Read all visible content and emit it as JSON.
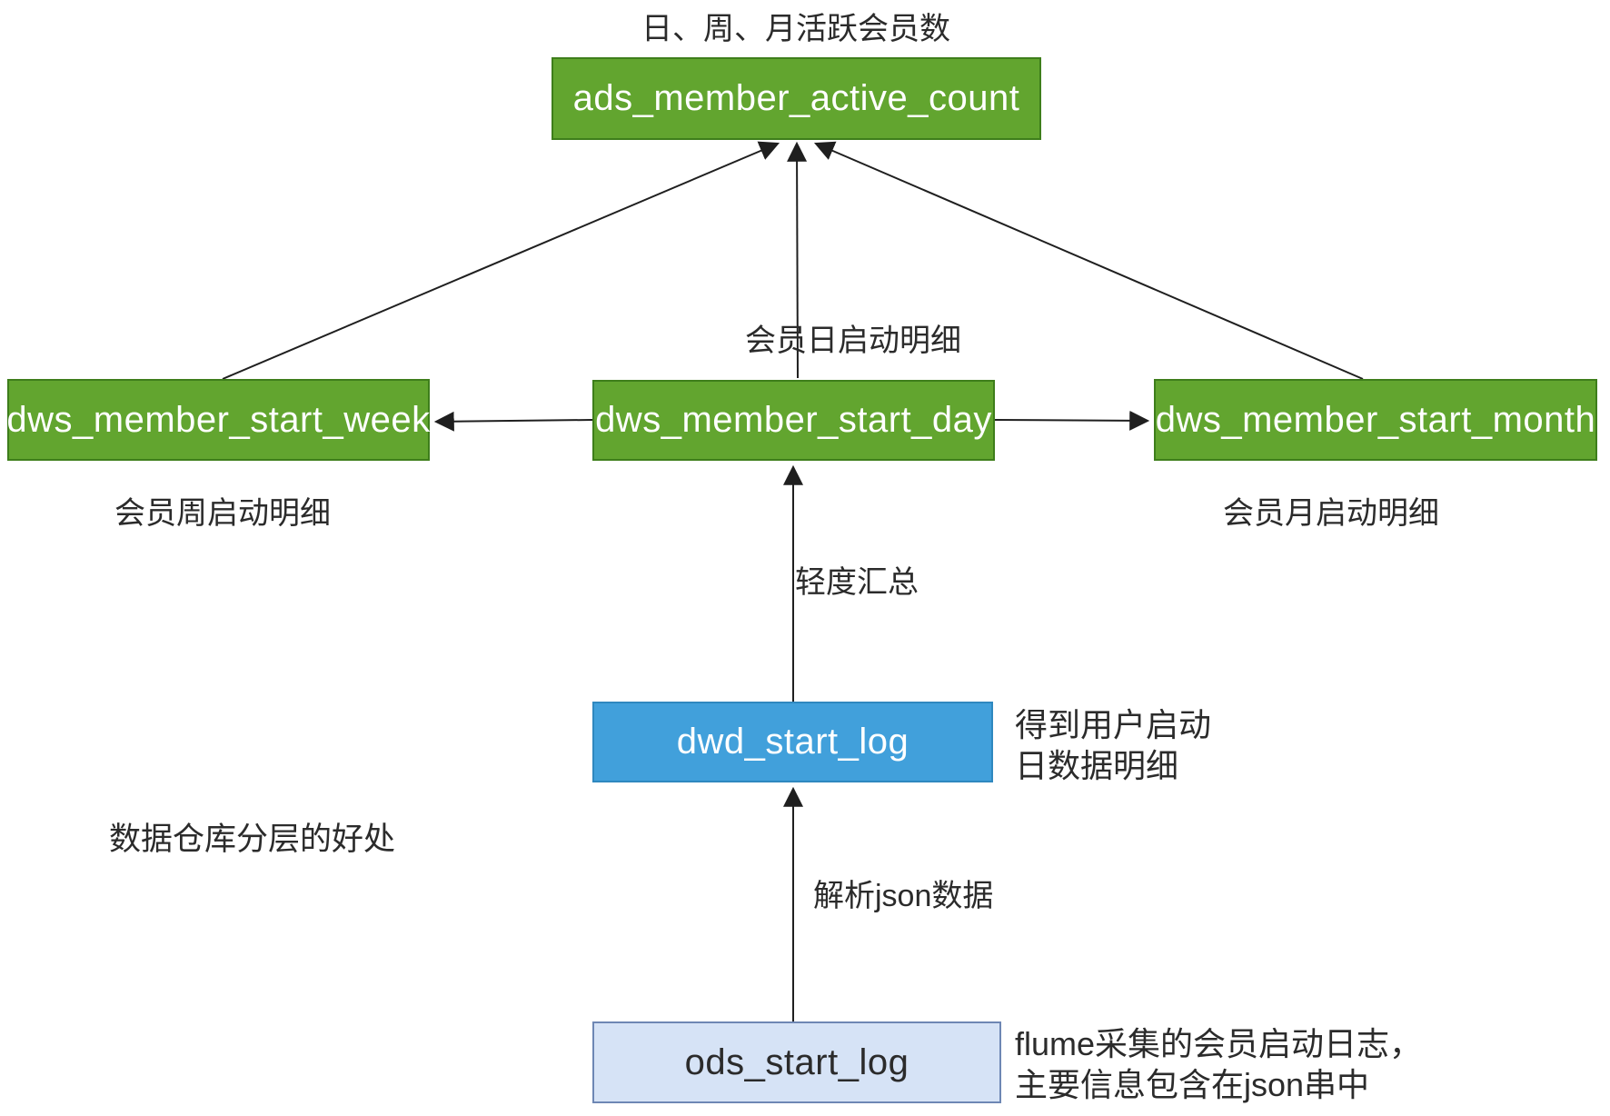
{
  "diagram": {
    "title_top": "日、周、月活跃会员数",
    "side_note": "数据仓库分层的好处",
    "nodes": {
      "ads": {
        "label": "ads_member_active_count"
      },
      "week": {
        "label": "dws_member_start_week",
        "caption": "会员周启动明细"
      },
      "day": {
        "label": "dws_member_start_day",
        "caption": "会员日启动明细"
      },
      "month": {
        "label": "dws_member_start_month",
        "caption": "会员月启动明细"
      },
      "dwd": {
        "label": "dwd_start_log",
        "note_line1": "得到用户启动",
        "note_line2": "日数据明细"
      },
      "ods": {
        "label": "ods_start_log",
        "note_line1": "flume采集的会员启动日志，",
        "note_line2": "主要信息包含在json串中"
      }
    },
    "edge_labels": {
      "summarize": "轻度汇总",
      "parse_json": "解析json数据"
    },
    "colors": {
      "green_fill": "#62a52f",
      "green_border": "#3e7e1b",
      "blue_fill": "#41a0db",
      "blue_border": "#2f88bf",
      "lightblue_fill": "#d6e3f6",
      "lightblue_border": "#6e87b4",
      "edge_color": "#1f1f1f",
      "text_dark": "#2b2b2b",
      "text_white": "#ffffff"
    }
  }
}
